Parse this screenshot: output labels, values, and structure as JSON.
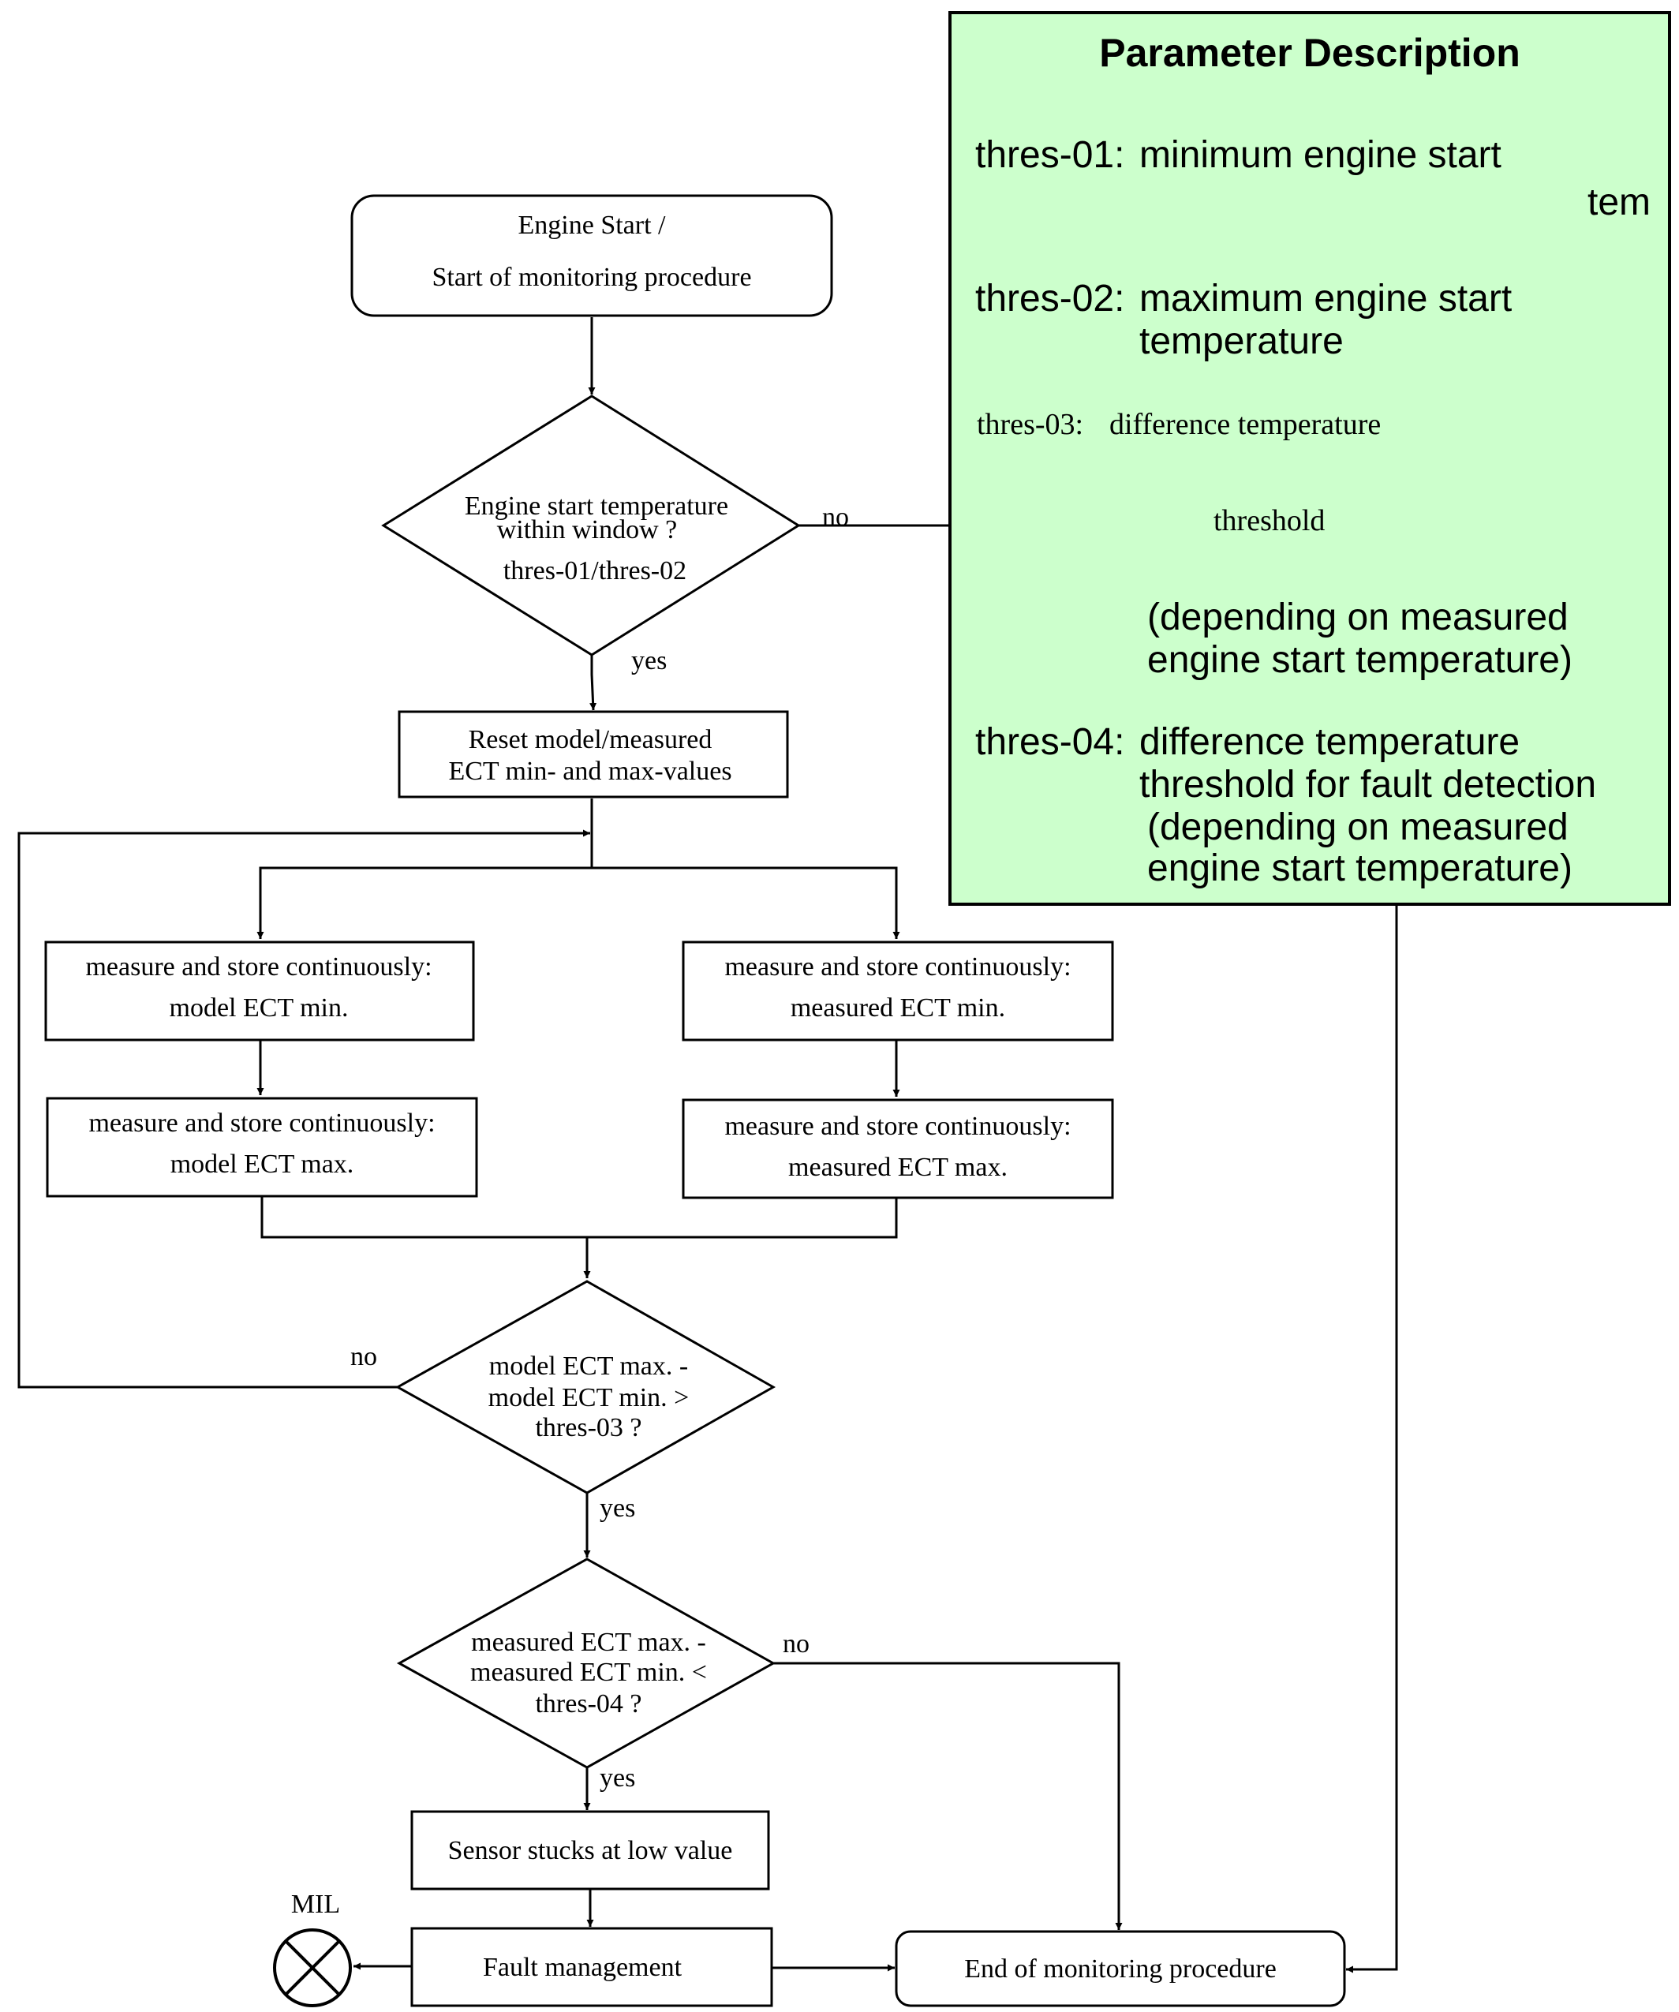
{
  "nodes": {
    "start": [
      "Engine Start /",
      "Start of monitoring procedure"
    ],
    "check_window": [
      "Engine start temperature",
      "within window ?",
      "thres-01/thres-02"
    ],
    "reset": [
      "Reset model/measured",
      "ECT min- and max-values"
    ],
    "model_min": [
      "measure and store continuously:",
      "model ECT min."
    ],
    "model_max": [
      "measure and store continuously:",
      "model ECT max."
    ],
    "meas_min": [
      "measure and store continuously:",
      "measured ECT min."
    ],
    "meas_max": [
      "measure and store continuously:",
      "measured ECT max."
    ],
    "check_model": [
      "model  ECT max. -",
      "model ECT min. >",
      "thres-03 ?"
    ],
    "check_meas": [
      "measured  ECT max. -",
      "measured ECT min. <",
      "thres-04 ?"
    ],
    "stuck": "Sensor stucks at low value",
    "fault": "Fault management",
    "end": "End of monitoring procedure",
    "mil": "MIL"
  },
  "edge_labels": {
    "window_no": "no",
    "window_yes": "yes",
    "model_no": "no",
    "model_yes": "yes",
    "meas_no": "no",
    "meas_yes": "yes"
  },
  "parameter_box": {
    "title": "Parameter Description",
    "thres01_key": "thres-01:",
    "thres01_desc": "minimum engine start",
    "thres01_cont": "tem",
    "thres02_key": "thres-02:",
    "thres02_desc1": "maximum engine start",
    "thres02_desc2": "temperature",
    "thres03_key": "thres-03:",
    "thres03_desc1": "difference temperature",
    "thres03_desc2": "threshold",
    "thres03_desc3": "(depending on measured",
    "thres03_desc4": "engine start temperature)",
    "thres04_key": "thres-04:",
    "thres04_desc1": "difference temperature",
    "thres04_desc2": "threshold for fault detection",
    "thres04_desc3": "(depending on measured",
    "thres04_desc4": "engine start temperature)",
    "fill_color": "#ccffcc"
  }
}
